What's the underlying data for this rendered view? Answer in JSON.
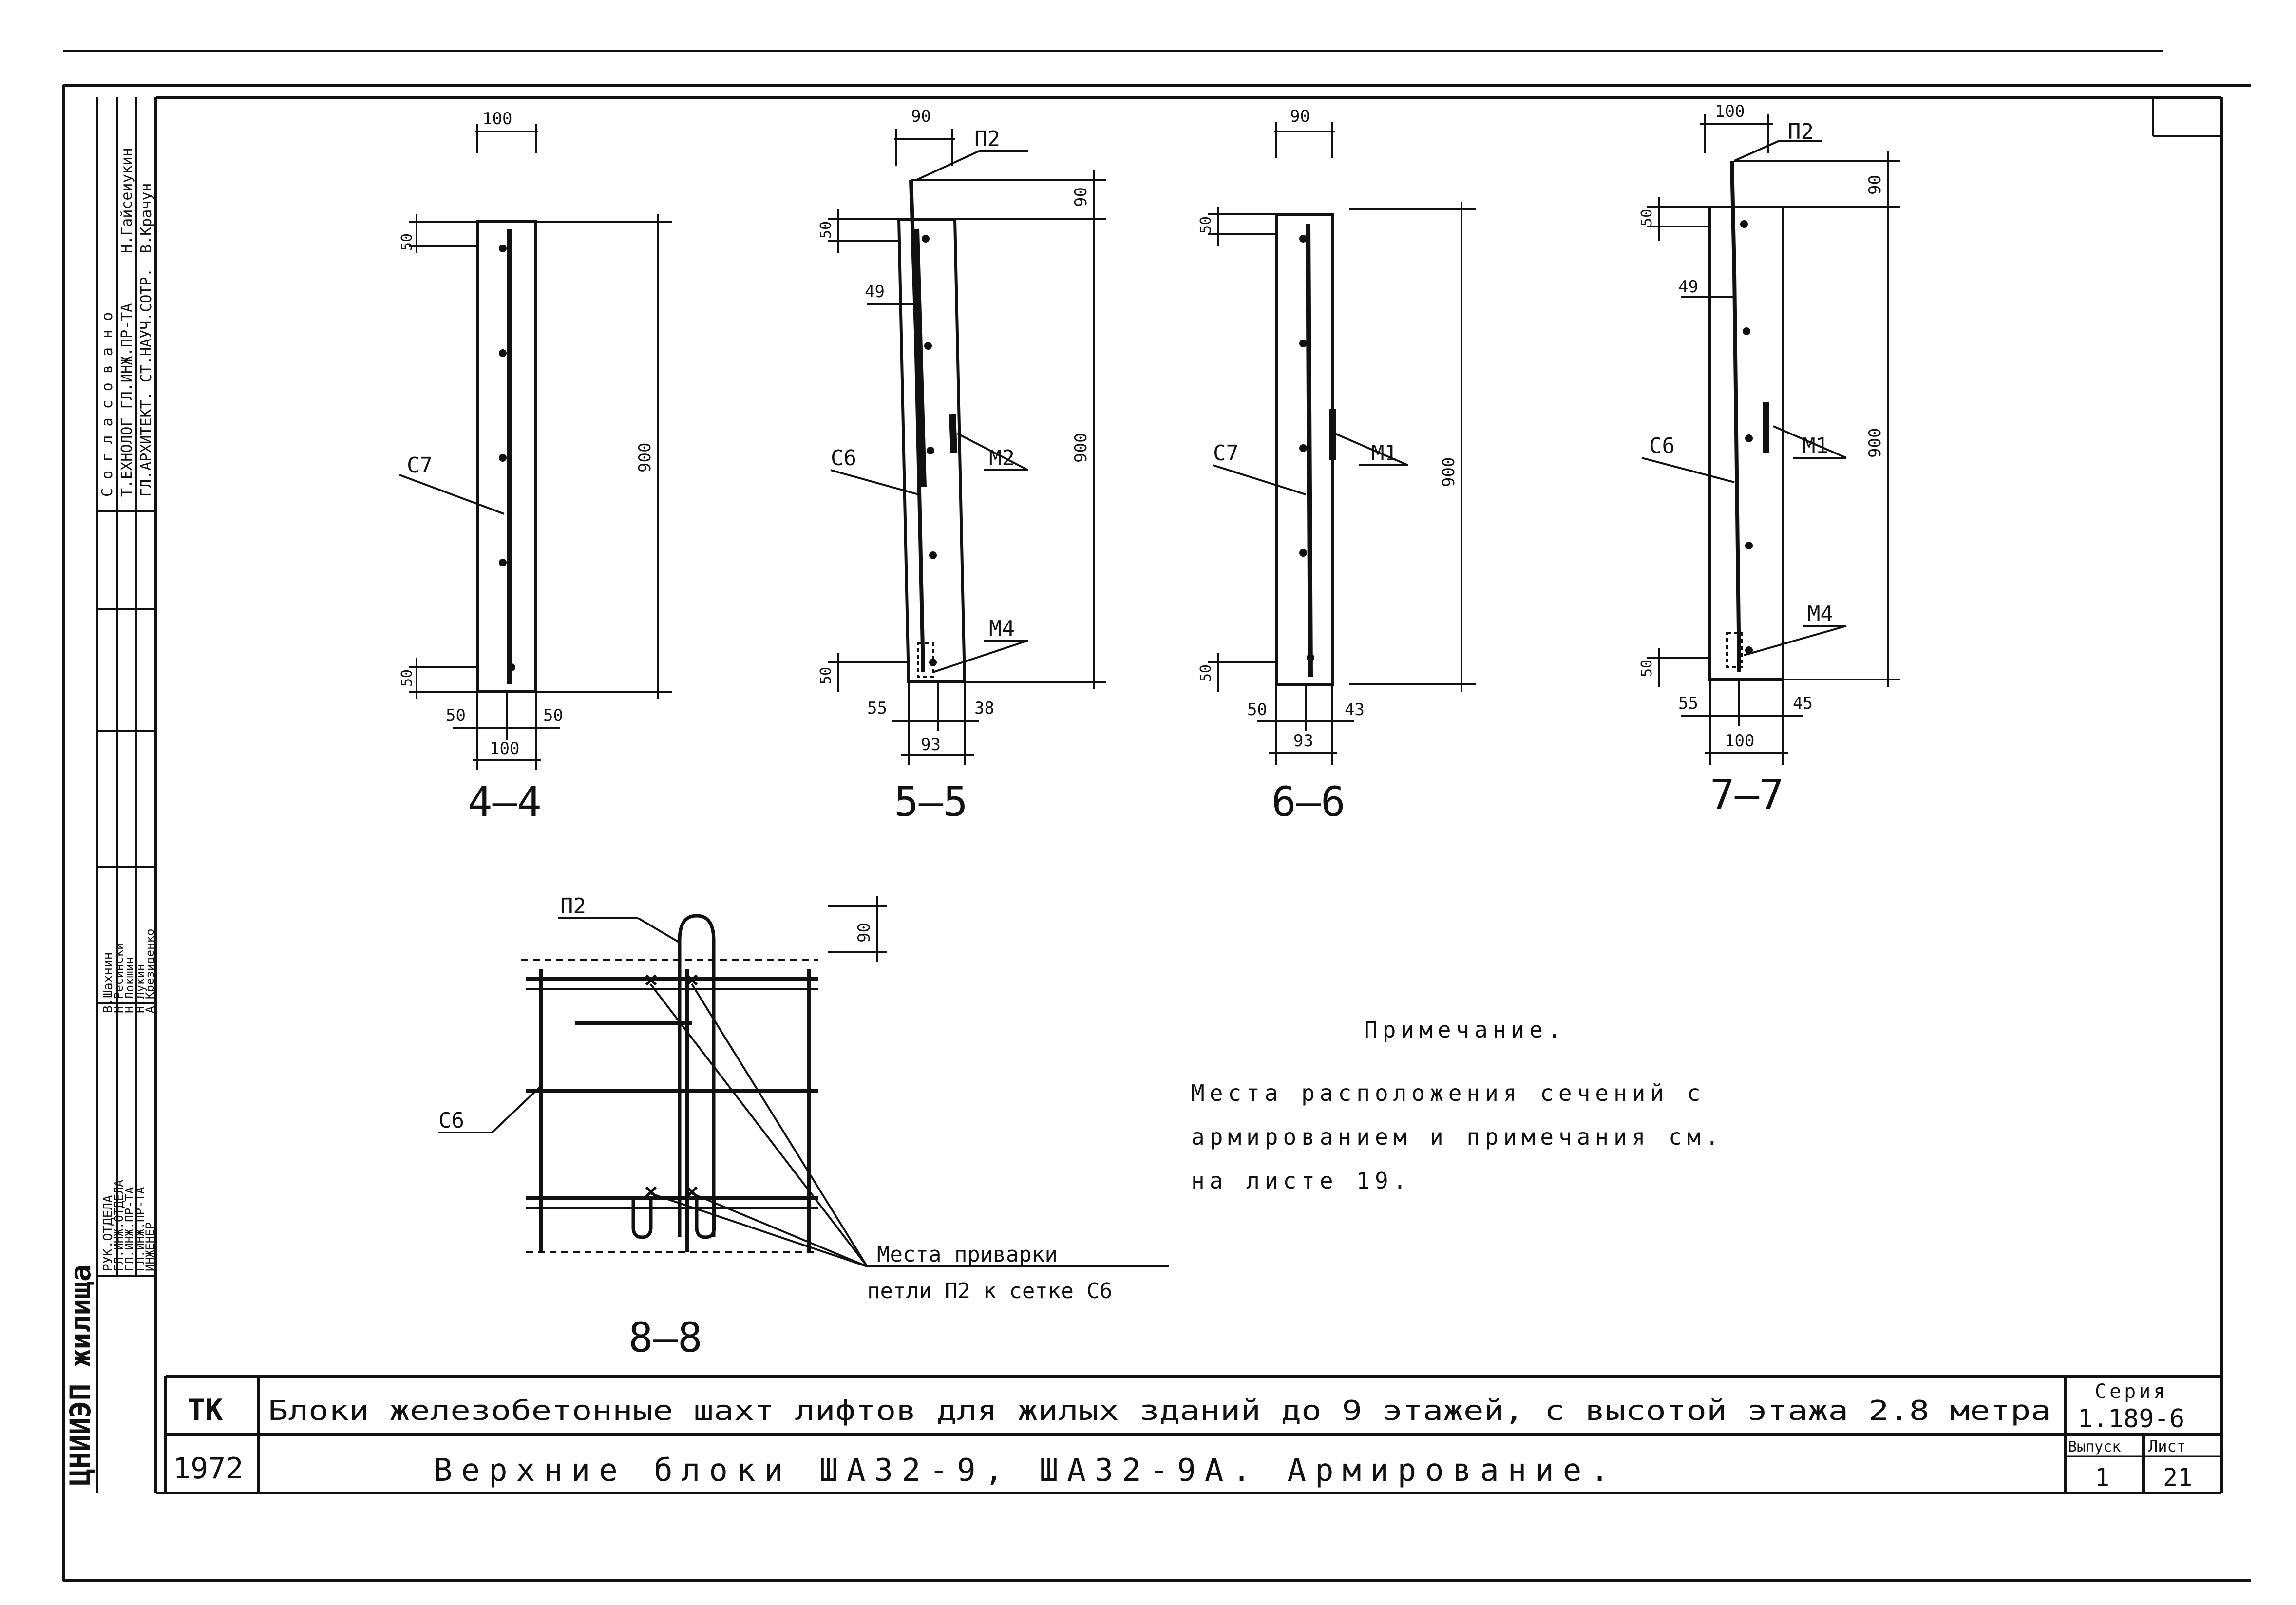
{
  "sections": [
    {
      "title": "4–4",
      "dims": {
        "top_width": "100",
        "height": "900",
        "top_offset": "50",
        "bottom_offset": "50",
        "left": "50",
        "right": "50",
        "bottom_width": "100"
      },
      "labels": {
        "rebar": "С7"
      }
    },
    {
      "title": "5–5",
      "dims": {
        "top_width": "90",
        "loop_height": "90",
        "height": "900",
        "top_offset": "50",
        "inner": "49",
        "bottom_offset": "50",
        "left": "55",
        "right": "38",
        "bottom_width": "93"
      },
      "labels": {
        "loop": "П2",
        "rebar": "С6",
        "plate": "М2",
        "embed": "М4"
      }
    },
    {
      "title": "6–6",
      "dims": {
        "top_width": "90",
        "height": "900",
        "top_offset": "50",
        "bottom_offset": "50",
        "left": "50",
        "right": "43",
        "bottom_width": "93"
      },
      "labels": {
        "rebar": "С7",
        "plate": "М1"
      }
    },
    {
      "title": "7–7",
      "dims": {
        "top_width": "100",
        "loop_height": "90",
        "height": "900",
        "top_offset": "50",
        "inner": "49",
        "bottom_offset": "50",
        "left": "55",
        "right": "45",
        "bottom_width": "100"
      },
      "labels": {
        "loop": "П2",
        "rebar": "С6",
        "plate": "М1",
        "embed": "М4"
      }
    }
  ],
  "detail": {
    "title": "8–8",
    "loop": "П2",
    "mesh": "С6",
    "dim": "90",
    "callout_line1": "Места приварки",
    "callout_line2": "петли П2 к сетке С6"
  },
  "note": {
    "title": "Примечание.",
    "line1": "Места расположения сечений с",
    "line2": "армированием и примечания см.",
    "line3": "на листе 19."
  },
  "titleblock": {
    "code": "ТК",
    "year": "1972",
    "title": "Блоки железобетонные шахт лифтов для жилых зданий до 9 этажей, с высотой этажа 2.8 метра",
    "subtitle": "Верхние блоки ША32-9, ША32-9А. Армирование.",
    "series_label": "Серия",
    "series_value": "1.189-6",
    "issue_label": "Выпуск",
    "issue_value": "1",
    "sheet_label": "Лист",
    "sheet_value": "21"
  },
  "side": {
    "org": "ЦНИИЭП жилища",
    "agreed": "С о г л а с о в а н о",
    "roles_top": [
      "Т.ЕХНОЛОГ ГЛ.ИНЖ.ПР-ТА",
      "ГЛ.АРХИТЕКТ. СТ.НАУЧ.СОТР."
    ],
    "names_top": [
      "Н.Гайсеиукин",
      "В.Крачун"
    ],
    "roles_bottom": [
      "РУК.ОТДЕЛА",
      "ГЛ.ИНЖ.ОТДЕЛА",
      "ГЛ.ИНЖ.ПР-ТА",
      "ГЛ.ИНЖ.ПР-ТА",
      "ИНЖЕНЕР"
    ],
    "names_bottom": [
      "В.Шахнин",
      "Н.Ресински",
      "Н.Локшин",
      "Н.Лукин",
      "А.Крезиденко"
    ]
  }
}
